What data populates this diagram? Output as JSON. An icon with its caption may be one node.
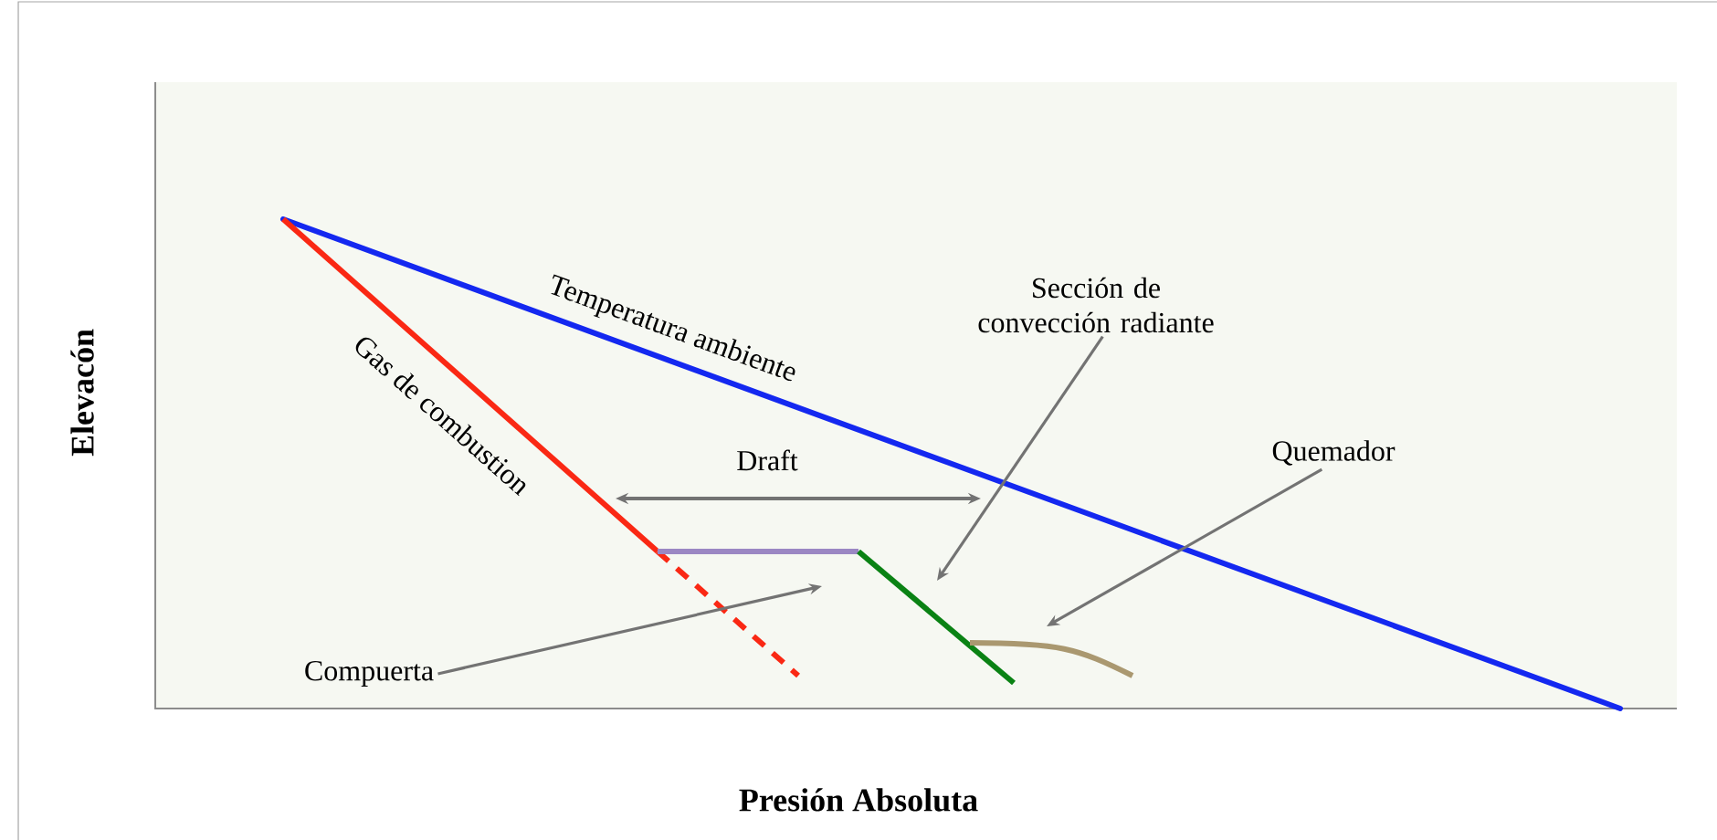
{
  "diagram": {
    "nodes": [
      {
        "text": [
          "Compuerta"
        ]
      },
      {
        "text": [
          "Sección de convección radiante"
        ]
      },
      {
        "text": [
          "Quemador"
        ]
      }
    ],
    "edges": [
      {
        "from": 0,
        "to": null,
        "arrow": "to"
      },
      {
        "from": 1,
        "to": null,
        "arrow": "to"
      },
      {
        "from": 2,
        "to": null,
        "arrow": "to"
      }
    ],
    "labels": [
      "Elevacón",
      "Temperatura ambiente",
      "Gas de combustion",
      "Draft",
      "Presión Absoluta"
    ]
  }
}
